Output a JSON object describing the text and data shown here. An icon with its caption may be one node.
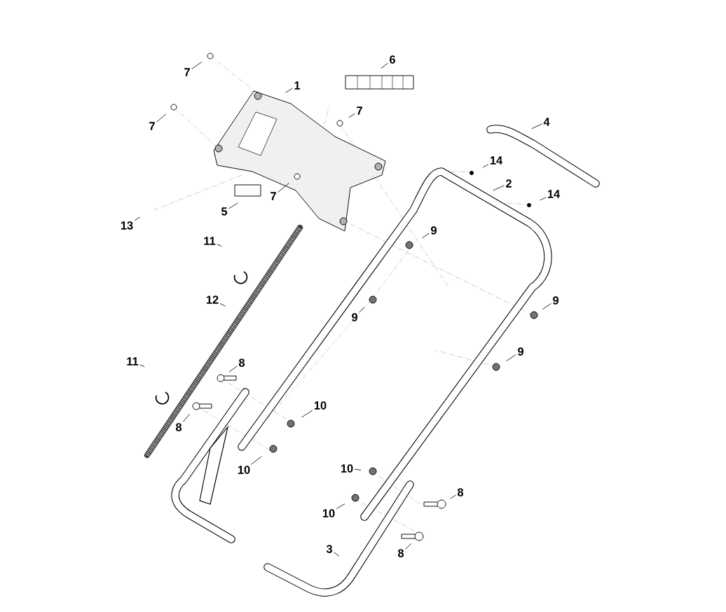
{
  "diagram": {
    "nodes": [
      {
        "text": [
          "6"
        ]
      },
      {
        "text": [
          "7"
        ]
      },
      {
        "text": [
          "1"
        ]
      },
      {
        "text": [
          "7"
        ]
      },
      {
        "text": [
          "7"
        ]
      },
      {
        "text": [
          "4"
        ]
      },
      {
        "text": [
          "14"
        ]
      },
      {
        "text": [
          "2"
        ]
      },
      {
        "text": [
          "14"
        ]
      },
      {
        "text": [
          "7"
        ]
      },
      {
        "text": [
          "5"
        ]
      },
      {
        "text": [
          "13"
        ]
      },
      {
        "text": [
          "9"
        ]
      },
      {
        "text": [
          "11"
        ]
      },
      {
        "text": [
          "12"
        ]
      },
      {
        "text": [
          "9"
        ]
      },
      {
        "text": [
          "9"
        ]
      },
      {
        "text": [
          "9"
        ]
      },
      {
        "text": [
          "11"
        ]
      },
      {
        "text": [
          "8"
        ]
      },
      {
        "text": [
          "10"
        ]
      },
      {
        "text": [
          "8"
        ]
      },
      {
        "text": [
          "10"
        ]
      },
      {
        "text": [
          "10"
        ]
      },
      {
        "text": [
          "8"
        ]
      },
      {
        "text": [
          "10"
        ]
      },
      {
        "text": [
          "3"
        ]
      },
      {
        "text": [
          "8"
        ]
      }
    ],
    "edges": [
      {
        "from": 0,
        "to": null,
        "arrow": "none"
      },
      {
        "from": 1,
        "to": null,
        "arrow": "none"
      },
      {
        "from": 2,
        "to": null,
        "arrow": "none"
      },
      {
        "from": 3,
        "to": null,
        "arrow": "none"
      },
      {
        "from": 4,
        "to": null,
        "arrow": "none"
      },
      {
        "from": 5,
        "to": null,
        "arrow": "none"
      },
      {
        "from": 6,
        "to": null,
        "arrow": "none"
      },
      {
        "from": 7,
        "to": null,
        "arrow": "none"
      },
      {
        "from": 8,
        "to": null,
        "arrow": "none"
      },
      {
        "from": 9,
        "to": null,
        "arrow": "none"
      },
      {
        "from": 10,
        "to": null,
        "arrow": "none"
      },
      {
        "from": 11,
        "to": null,
        "arrow": "none"
      },
      {
        "from": 12,
        "to": null,
        "arrow": "none"
      },
      {
        "from": 13,
        "to": null,
        "arrow": "none"
      },
      {
        "from": 14,
        "to": null,
        "arrow": "none"
      },
      {
        "from": 15,
        "to": null,
        "arrow": "none"
      },
      {
        "from": 16,
        "to": null,
        "arrow": "none"
      },
      {
        "from": 17,
        "to": null,
        "arrow": "none"
      },
      {
        "from": 18,
        "to": null,
        "arrow": "none"
      },
      {
        "from": 19,
        "to": null,
        "arrow": "none"
      },
      {
        "from": 20,
        "to": null,
        "arrow": "none"
      },
      {
        "from": 21,
        "to": null,
        "arrow": "none"
      },
      {
        "from": 22,
        "to": null,
        "arrow": "none"
      },
      {
        "from": 23,
        "to": null,
        "arrow": "none"
      },
      {
        "from": 24,
        "to": null,
        "arrow": "none"
      },
      {
        "from": 25,
        "to": null,
        "arrow": "none"
      },
      {
        "from": 26,
        "to": null,
        "arrow": "none"
      },
      {
        "from": 27,
        "to": null,
        "arrow": "none"
      }
    ]
  }
}
